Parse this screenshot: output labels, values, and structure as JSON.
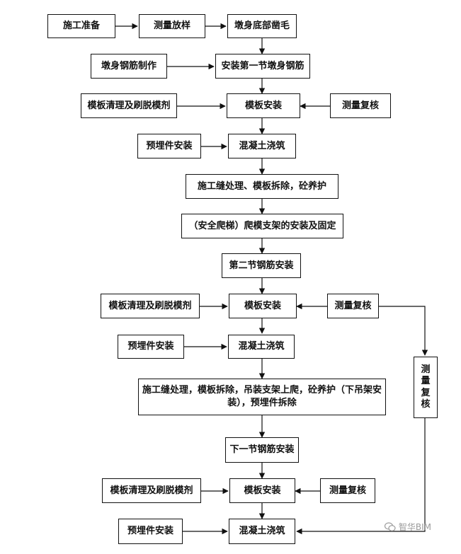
{
  "flowchart": {
    "nodes": [
      {
        "id": "n1",
        "label": "施工准备"
      },
      {
        "id": "n2",
        "label": "测量放样"
      },
      {
        "id": "n3",
        "label": "墩身底部凿毛"
      },
      {
        "id": "n4",
        "label": "墩身钢筋制作"
      },
      {
        "id": "n5",
        "label": "安装第一节墩身钢筋"
      },
      {
        "id": "n6",
        "label": "模板清理及刷脱模剂"
      },
      {
        "id": "n7",
        "label": "模板安装"
      },
      {
        "id": "n8",
        "label": "测量复核"
      },
      {
        "id": "n9",
        "label": "预埋件安装"
      },
      {
        "id": "n10",
        "label": "混凝土浇筑"
      },
      {
        "id": "n11",
        "label": "施工缝处理、模板拆除，砼养护"
      },
      {
        "id": "n12",
        "label": "（安全爬梯）爬模支架的安装及固定"
      },
      {
        "id": "n13",
        "label": "第二节钢筋安装"
      },
      {
        "id": "n14",
        "label": "模板清理及刷脱模剂"
      },
      {
        "id": "n15",
        "label": "模板安装"
      },
      {
        "id": "n16",
        "label": "测量复核"
      },
      {
        "id": "n17",
        "label": "预埋件安装"
      },
      {
        "id": "n18",
        "label": "混凝土浇筑"
      },
      {
        "id": "n19",
        "label": "施工缝处理，模板拆除，吊装支架上爬，砼养护（下吊架安装），预埋件拆除"
      },
      {
        "id": "n20",
        "label": "下一节钢筋安装"
      },
      {
        "id": "n21",
        "label": "模板清理及刷脱模剂"
      },
      {
        "id": "n22",
        "label": "模板安装"
      },
      {
        "id": "n23",
        "label": "测量复核"
      },
      {
        "id": "n24",
        "label": "预埋件安装"
      },
      {
        "id": "n25",
        "label": "混凝土浇筑"
      },
      {
        "id": "n26",
        "label": "测量复核"
      }
    ]
  },
  "watermark": {
    "text": "智华BIM",
    "icon": "wechat-icon"
  }
}
